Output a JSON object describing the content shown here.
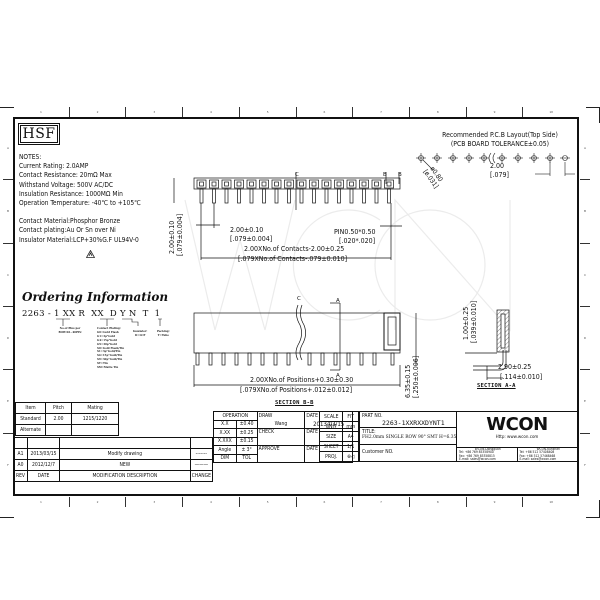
{
  "document": {
    "type": "Engineering drawing",
    "badge": "HSF",
    "border": {
      "column_labels": [
        "1",
        "2",
        "3",
        "4",
        "5",
        "6",
        "7",
        "8",
        "9",
        "10"
      ],
      "row_labels": [
        "A",
        "B",
        "C",
        "D",
        "E",
        "F"
      ]
    }
  },
  "notes": {
    "heading": "NOTES:",
    "lines": [
      "Current Rating: 2.0AMP",
      "Contact Resistance: 20mΩ Max",
      "Withstand Voltage: 500V AC/DC",
      "Insulation Resistance: 1000MΩ Min",
      "Operation Temperature: -40℃ to +105℃"
    ],
    "material_lines": [
      "Contact Material:Phosphor Bronze",
      "Contact plating:Au Or Sn over Ni",
      "Insulator Material:LCP+30%G.F UL94V-0"
    ],
    "warning_icon": "warning-triangle-icon"
  },
  "ordering": {
    "title": "Ordering Information",
    "code": "2263 - 1 XX R  XX  D Y N  T  1",
    "labels": {
      "positions": [
        "No.of Pins per",
        "ROW:02~40PIN"
      ],
      "plating_heading": "Contact Plating:",
      "plating_options": [
        "G0=Gold Flash",
        "G1=3μ\"Gold",
        "G4=15μ\"Gold",
        "G9=30μ\"Gold",
        "S0=Gold Flash/Tin",
        "S1=3μ\"Gold/Tin",
        "S4=15μ\"Gold/Tin",
        "S9=30μ\"Gold/Tin",
        "ST=Tin",
        "SM=Matte Tin"
      ],
      "insulator": [
        "Insulator:",
        "D=LCP"
      ],
      "packing": [
        "Packing:",
        "T=Tube"
      ]
    }
  },
  "front_view": {
    "marker_c": "C",
    "marker_b1": "B",
    "marker_b2": "B",
    "height_dim": "2.00±0.10",
    "height_dim_in": "[.079±0.004]",
    "pitch_dim": "2.00±0.10",
    "pitch_dim_in": "[.079±0.004]",
    "pin_dim": "PIN0.50*0.50",
    "pin_dim_in": "[.020*.020]",
    "length_dim": "2.00XNo.of Contacts-2.00±0.25",
    "length_dim_in": "[.079XNo.of Contacts-.079±0.010]"
  },
  "pcb_layout": {
    "title": "Recommended P.C.B Layout(Top Side)",
    "tolerance": "(PCB BOARD TOLERANCE±0.05)",
    "hole_dim": "ø0.80",
    "hole_dim_in": "[ø.031]",
    "pitch": "2.00",
    "pitch_in": "[.079]"
  },
  "section_bb": {
    "label": "SECTION B-B",
    "marker_c": "C",
    "marker_a_top": "A",
    "marker_a_bottom": "A",
    "length_dim": "2.00XNo.of Positions+0.30±0.30",
    "length_dim_in": "[.079XNo.of Positions+.012±0.012]",
    "height_dim": "6.35±0.15",
    "height_dim_in": "[.250±0.006]"
  },
  "section_aa": {
    "label": "SECTION A-A",
    "height_dim": "1.00±0.25",
    "height_dim_in": "[.039±0.010]",
    "width_dim": "2.90±0.25",
    "width_dim_in": "[.114±0.010]"
  },
  "mating_table": {
    "headers": [
      "Item",
      "Pitch",
      "Mating"
    ],
    "rows": [
      [
        "Standard",
        "2.00",
        "1215/1220"
      ],
      [
        "Alternate",
        "",
        ""
      ]
    ]
  },
  "revision_table": {
    "headers": [
      "REV",
      "DATE",
      "MODIFICATION  DESCRIPTION",
      "CHANGE"
    ],
    "rows": [
      [
        "A1",
        "2013/03/15",
        "Modify drawing",
        "-------"
      ],
      [
        "A0",
        "2012/12/7",
        "NEW",
        "———"
      ]
    ]
  },
  "tolerance_table": {
    "header": "OPERATION",
    "rows": [
      [
        "X.X",
        "±0.40"
      ],
      [
        "X.XX",
        "±0.25"
      ],
      [
        "X.XXX",
        "±0.15"
      ],
      [
        "Angle",
        "± 3°"
      ],
      [
        "DIM",
        "TOL"
      ]
    ]
  },
  "approvals": {
    "draw_label": "DRAW",
    "draw_name": "Wang",
    "draw_date_label": "DATE",
    "draw_date": "2013/03/15",
    "check_label": "CHECK",
    "check_date_label": "DATE",
    "approve_label": "APPROVE",
    "approve_date_label": "DATE"
  },
  "sheet_info": {
    "scale_label": "SCALE",
    "scale": "FIT",
    "unit_label": "UNIT",
    "unit": "mm",
    "size_label": "SIZE",
    "size": "A4",
    "sheet_label": "SHEET",
    "sheet": "1/1",
    "proj_label": "PROJ.",
    "proj": "⊕◁"
  },
  "part": {
    "part_no_label": "PART NO.",
    "part_no": "2263-1XXRXXDYNT1",
    "title_label": "TITLE:",
    "title": "FH2.0mm SINGLE ROW 90° SMT H=6.35",
    "customer_label": "Customer NO."
  },
  "company": {
    "logo": "WCON",
    "url": "Http: www.wcon.com",
    "offices": [
      {
        "name": "WCON-Dongguan",
        "tel": "Tel: +86 769 85358900",
        "fax": "Fax: +86 769 85358815",
        "email": "E-mail: sales@wcon.com"
      },
      {
        "name": "WCON-Kunshan",
        "tel": "Tel: +86 512 57408408",
        "fax": "Fax: +86 512 57468468",
        "email": "E-mail: sales@wcon.com"
      }
    ]
  }
}
